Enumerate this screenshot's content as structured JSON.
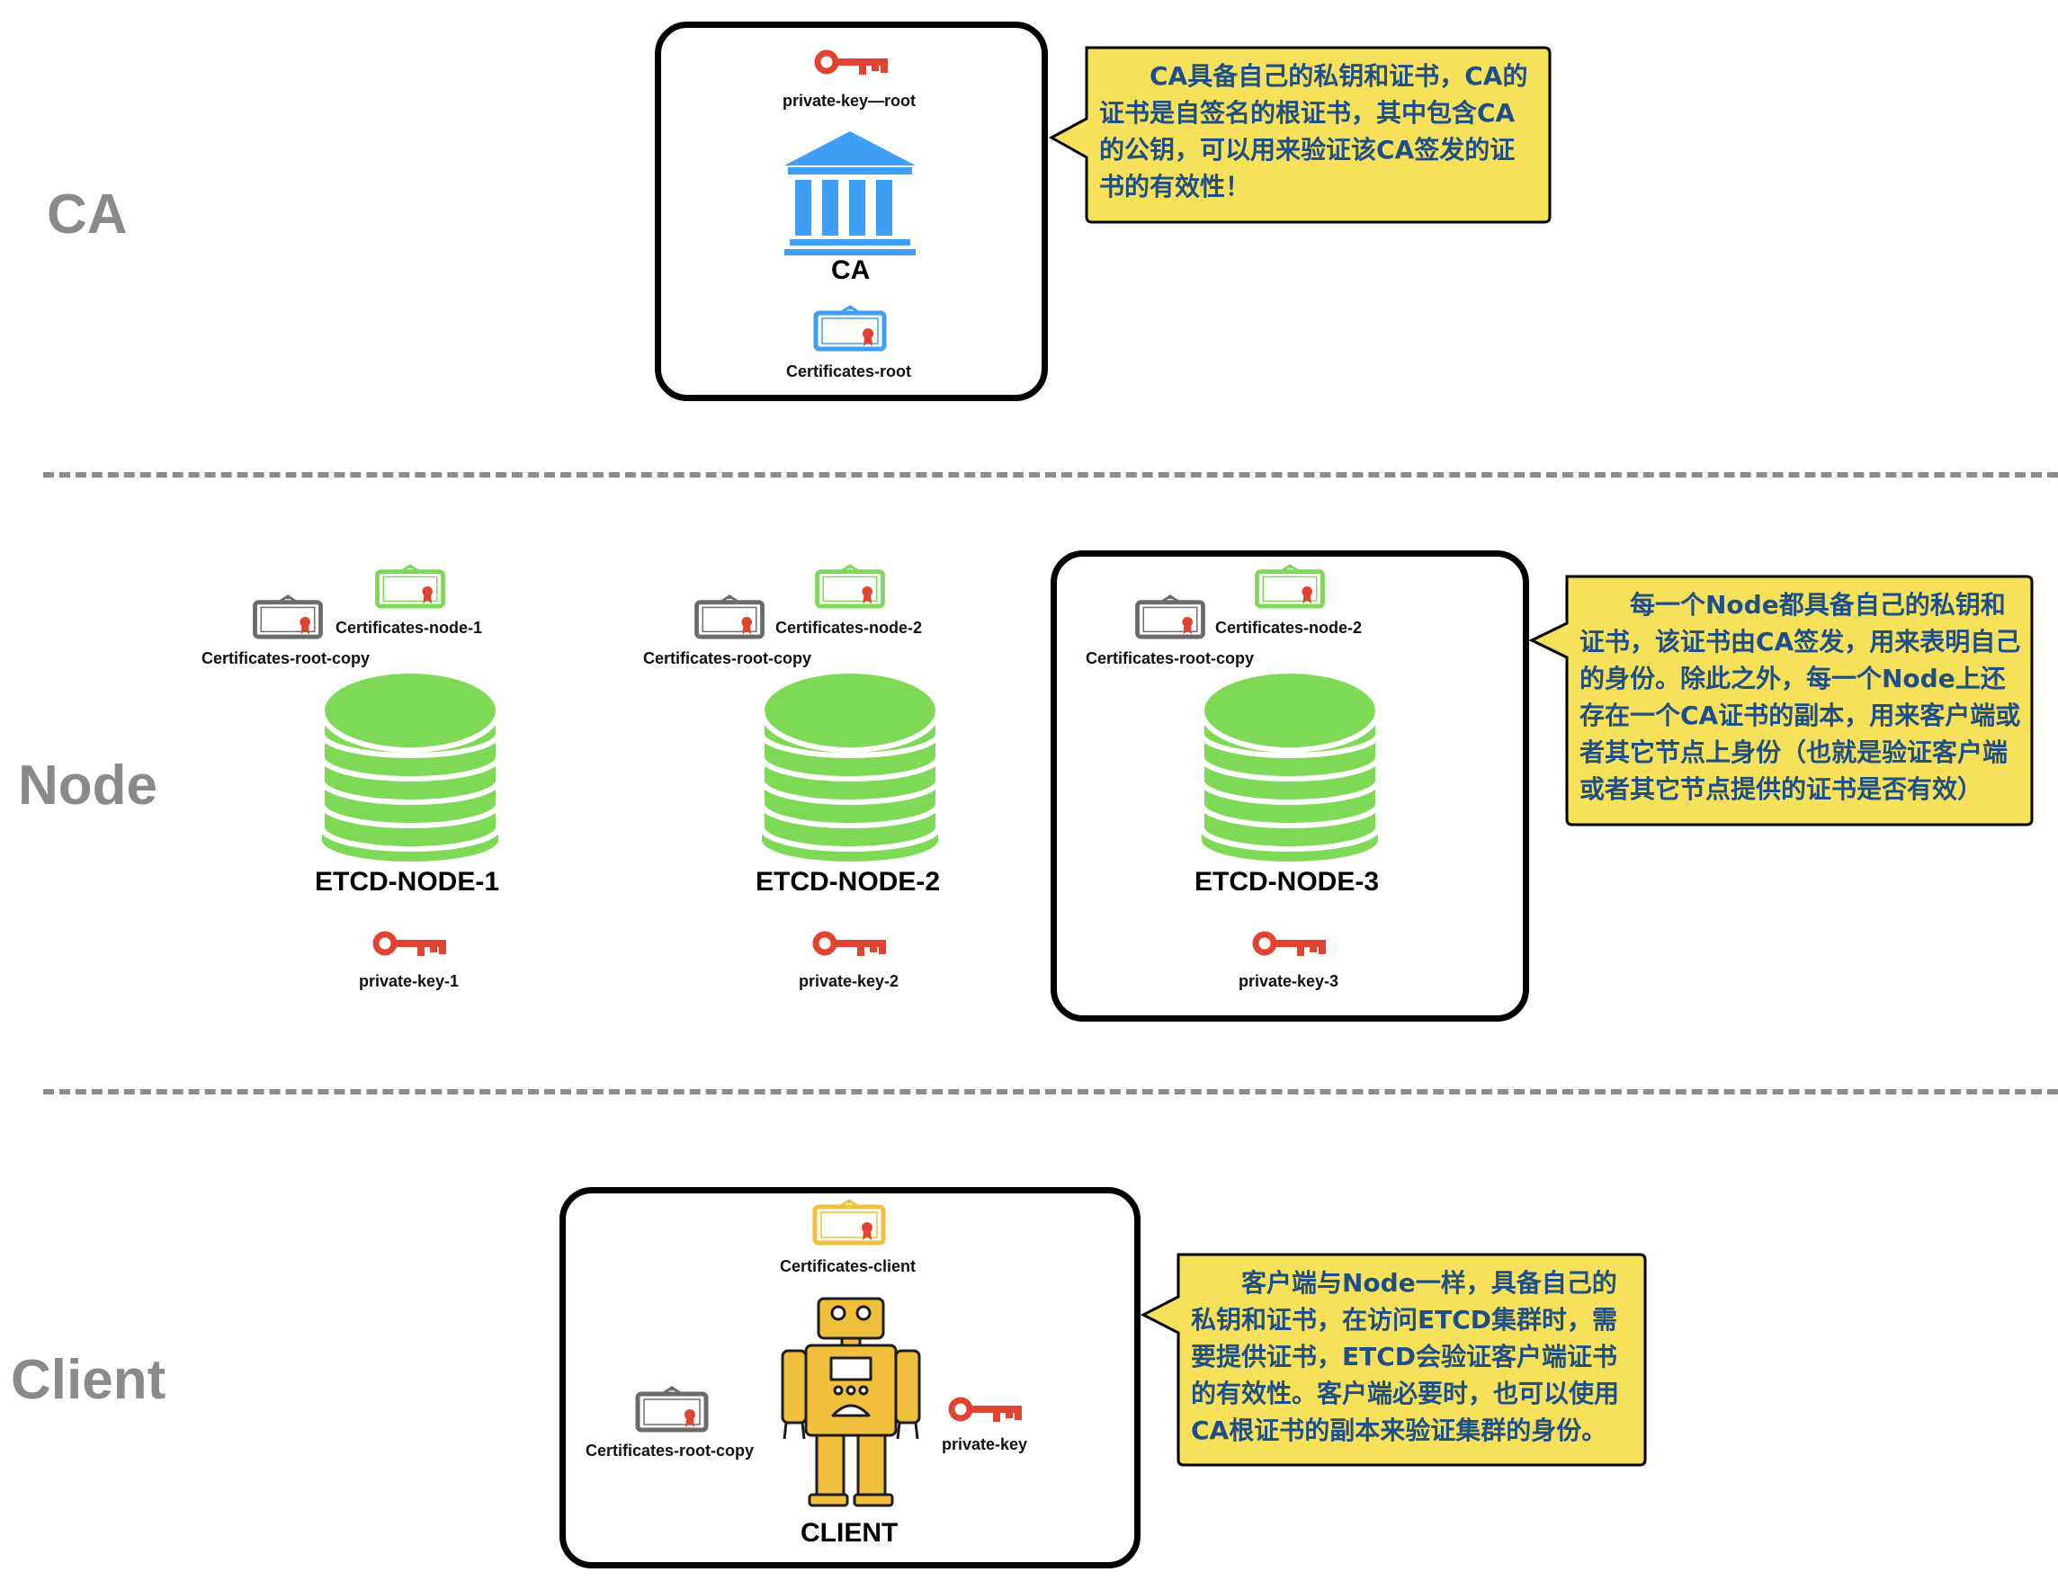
{
  "sections": {
    "ca": "CA",
    "node": "Node",
    "client": "Client"
  },
  "ca": {
    "key_label": "private-key—root",
    "title": "CA",
    "cert_label": "Certificates-root",
    "callout": "　　CA具备自己的私钥和证书，CA的证书是自签名的根证书，其中包含CA的公钥，可以用来验证该CA签发的证书的有效性！"
  },
  "nodes": [
    {
      "title": "ETCD-NODE-1",
      "cert_label": "Certificates-node-1",
      "root_copy_label": "Certificates-root-copy",
      "key_label": "private-key-1"
    },
    {
      "title": "ETCD-NODE-2",
      "cert_label": "Certificates-node-2",
      "root_copy_label": "Certificates-root-copy",
      "key_label": "private-key-2"
    },
    {
      "title": "ETCD-NODE-3",
      "cert_label": "Certificates-node-2",
      "root_copy_label": "Certificates-root-copy",
      "key_label": "private-key-3"
    }
  ],
  "node_callout": "　　每一个Node都具备自己的私钥和证书，该证书由CA签发，用来表明自己的身份。除此之外，每一个Node上还存在一个CA证书的副本，用来客户端或者其它节点上身份（也就是验证客户端或者其它节点提供的证书是否有效）",
  "client": {
    "cert_label": "Certificates-client",
    "root_copy_label": "Certificates-root-copy",
    "key_label": "private-key",
    "title": "CLIENT",
    "callout": "　　客户端与Node一样，具备自己的私钥和证书，在访问ETCD集群时，需要提供证书，ETCD会验证客户端证书的有效性。客户端必要时，也可以使用CA根证书的副本来验证集群的身份。"
  },
  "colors": {
    "label_gray": "#8a8a8a",
    "key_red": "#e0432f",
    "ca_blue": "#3f9ef5",
    "node_green": "#7ed957",
    "root_cert_gray": "#6b6b6b",
    "client_yellow": "#f0bf3c",
    "callout_bg": "#f7e05a",
    "callout_text": "#1d4f88"
  },
  "icons": [
    "key-icon",
    "bank-icon",
    "certificate-icon",
    "database-icon",
    "robot-icon"
  ]
}
